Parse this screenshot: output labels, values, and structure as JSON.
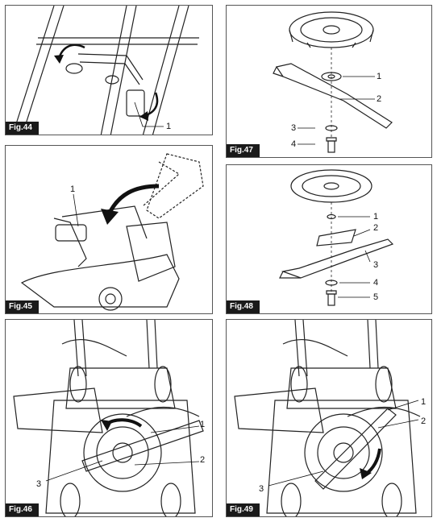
{
  "figures": [
    {
      "label": "Fig.44",
      "callouts": [
        "1"
      ]
    },
    {
      "label": "Fig.45",
      "callouts": [
        "1"
      ]
    },
    {
      "label": "Fig.46",
      "callouts": [
        "1",
        "2",
        "3"
      ]
    },
    {
      "label": "Fig.47",
      "callouts": [
        "1",
        "2",
        "3",
        "4"
      ]
    },
    {
      "label": "Fig.48",
      "callouts": [
        "1",
        "2",
        "3",
        "4",
        "5"
      ]
    },
    {
      "label": "Fig.49",
      "callouts": [
        "1",
        "2",
        "3"
      ]
    }
  ]
}
